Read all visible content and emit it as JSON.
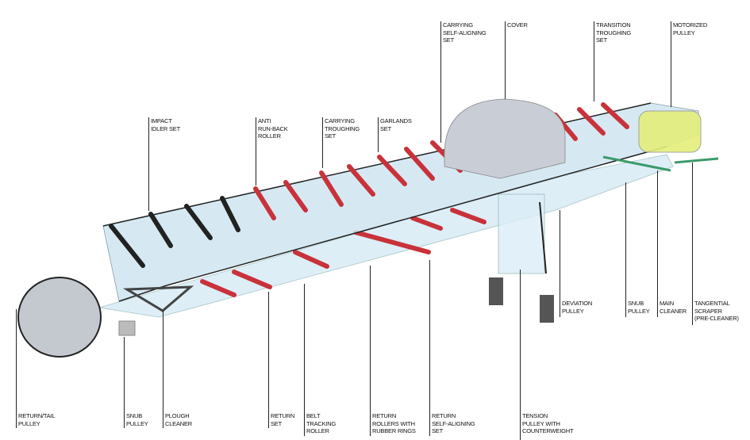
{
  "labels": {
    "impact_idler_set": [
      "IMPACT",
      "IDLER SET"
    ],
    "anti_run_back_roller": [
      "ANTI",
      "RUN-BACK",
      "ROLLER"
    ],
    "carrying_troughing_set": [
      "CARRYING",
      "TROUGHING",
      "SET"
    ],
    "garlands_set": [
      "GARLANDS",
      "SET"
    ],
    "carrying_self_aligning_set": [
      "CARRYING",
      "SELF-ALIGNING",
      "SET"
    ],
    "cover": [
      "COVER"
    ],
    "transition_troughing_set": [
      "TRANSITION",
      "TROUGHING",
      "SET"
    ],
    "motorized_pulley": [
      "MOTORIZED",
      "PULLEY"
    ],
    "deviation_pulley": [
      "DEVIATION",
      "PULLEY"
    ],
    "snub_pulley_head": [
      "SNUB",
      "PULLEY"
    ],
    "main_cleaner": [
      "MAIN",
      "CLEANER"
    ],
    "tangential_scraper": [
      "TANGENTIAL",
      "SCRAPER",
      "(PRE-CLEANER)"
    ],
    "return_tail_pulley": [
      "RETURN/TAIL",
      "PULLEY"
    ],
    "snub_pulley_tail": [
      "SNUB",
      "PULLEY"
    ],
    "plough_cleaner": [
      "PLOUGH",
      "CLEANER"
    ],
    "return_set": [
      "RETURN",
      "SET"
    ],
    "belt_tracking_roller": [
      "BELT",
      "TRACKING",
      "ROLLER"
    ],
    "return_rollers_rubber_rings": [
      "RETURN",
      "ROLLERS WITH",
      "RUBBER RINGS"
    ],
    "return_self_aligning_set": [
      "RETURN",
      "SELF-ALIGNING",
      "SET"
    ],
    "tension_pulley_counterweight": [
      "TENSION",
      "PULLEY WITH",
      "COUNTERWEIGHT"
    ]
  },
  "colors": {
    "belt": "#cfe6f2",
    "roller_red": "#c8323a",
    "frame": "#b8bcc2",
    "motor": "#e4ef7a",
    "cleaner": "#3a9a6a"
  }
}
